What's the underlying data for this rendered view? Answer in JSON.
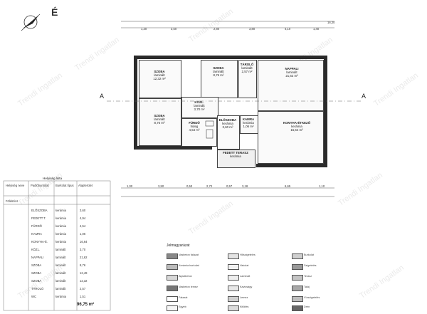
{
  "compass": {
    "label": "É"
  },
  "sections": {
    "a_left": "A",
    "a_right": "A"
  },
  "dims": {
    "top": [
      "1,30",
      "3,50",
      "2,80",
      "3,80",
      "4,10",
      "1,40",
      "16,20"
    ],
    "bottom": [
      "1,00",
      "3,50",
      "0,50",
      "2,72",
      "0,57",
      "3,18",
      "6,65",
      "1,10"
    ]
  },
  "rooms": [
    {
      "name": "SZOBA",
      "lines": [
        "laminált",
        "12,32 m²"
      ]
    },
    {
      "name": "SZOBA",
      "lines": [
        "laminált",
        "8,76 m²"
      ]
    },
    {
      "name": "TÁROLÓ",
      "lines": [
        "laminált",
        "2,57 m²"
      ]
    },
    {
      "name": "NAPPALI",
      "lines": [
        "laminált",
        "21,62 m²"
      ]
    },
    {
      "name": "KÖZL.",
      "lines": [
        "laminált",
        "3,70 m²"
      ]
    },
    {
      "name": "SZOBA",
      "lines": [
        "laminált",
        "8,76 m²"
      ]
    },
    {
      "name": "FÜRDŐ",
      "lines": [
        "hideg",
        "4,54 m²"
      ]
    },
    {
      "name": "ELŐSZOBA",
      "lines": [
        "kerámia",
        "3,60 m²"
      ]
    },
    {
      "name": "KAMRA",
      "lines": [
        "kerámia",
        "1,06 m²"
      ]
    },
    {
      "name": "KONYHA-ÉTKEZŐ",
      "lines": [
        "kerámia",
        "16,64 m²"
      ]
    },
    {
      "name": "FEDETT TERASZ",
      "lines": [
        "kerámia"
      ]
    }
  ],
  "table": {
    "title": "Helyiség lista",
    "headers": [
      "Helyiség neve",
      "Padlóburkolat",
      "Burkolat típus",
      "Alapterület"
    ],
    "group": "Földszint",
    "rows": [
      [
        "ELŐSZOBA",
        "kerámia",
        "3,60"
      ],
      [
        "FEDETT T.",
        "kerámia",
        "4,94"
      ],
      [
        "FÜRDŐ",
        "kerámia",
        "4,54"
      ],
      [
        "KAMRA",
        "kerámia",
        "1,06"
      ],
      [
        "KONYHA-É.",
        "kerámia",
        "16,64"
      ],
      [
        "KÖZL.",
        "laminált",
        "3,70"
      ],
      [
        "NAPPALI",
        "laminált",
        "21,62"
      ],
      [
        "SZOBA",
        "laminált",
        "8,76"
      ],
      [
        "SZOBA",
        "laminált",
        "12,49"
      ],
      [
        "SZOBA",
        "laminált",
        "12,32"
      ],
      [
        "TÁROLÓ",
        "laminált",
        "2,57"
      ],
      [
        "WC",
        "kerámia",
        "1,51"
      ]
    ],
    "total": "96,75 m²"
  },
  "legend": {
    "title": "Jelmagyarázat",
    "items": [
      "Vasbeton falazat",
      "Hőszigetelés",
      "Burkolat",
      "Kerámia burkolat",
      "Vakolat",
      "Szigetelés",
      "Aljzatbeton",
      "Laminált",
      "Terasz",
      "Vasbeton lemez",
      "Kavicságy",
      "Talaj",
      "Falazat",
      "Lemez",
      "Vízszigetelés",
      "Egyéb",
      "Kitöltés",
      "Drén"
    ]
  },
  "watermark": "Trendi Ingatlan"
}
